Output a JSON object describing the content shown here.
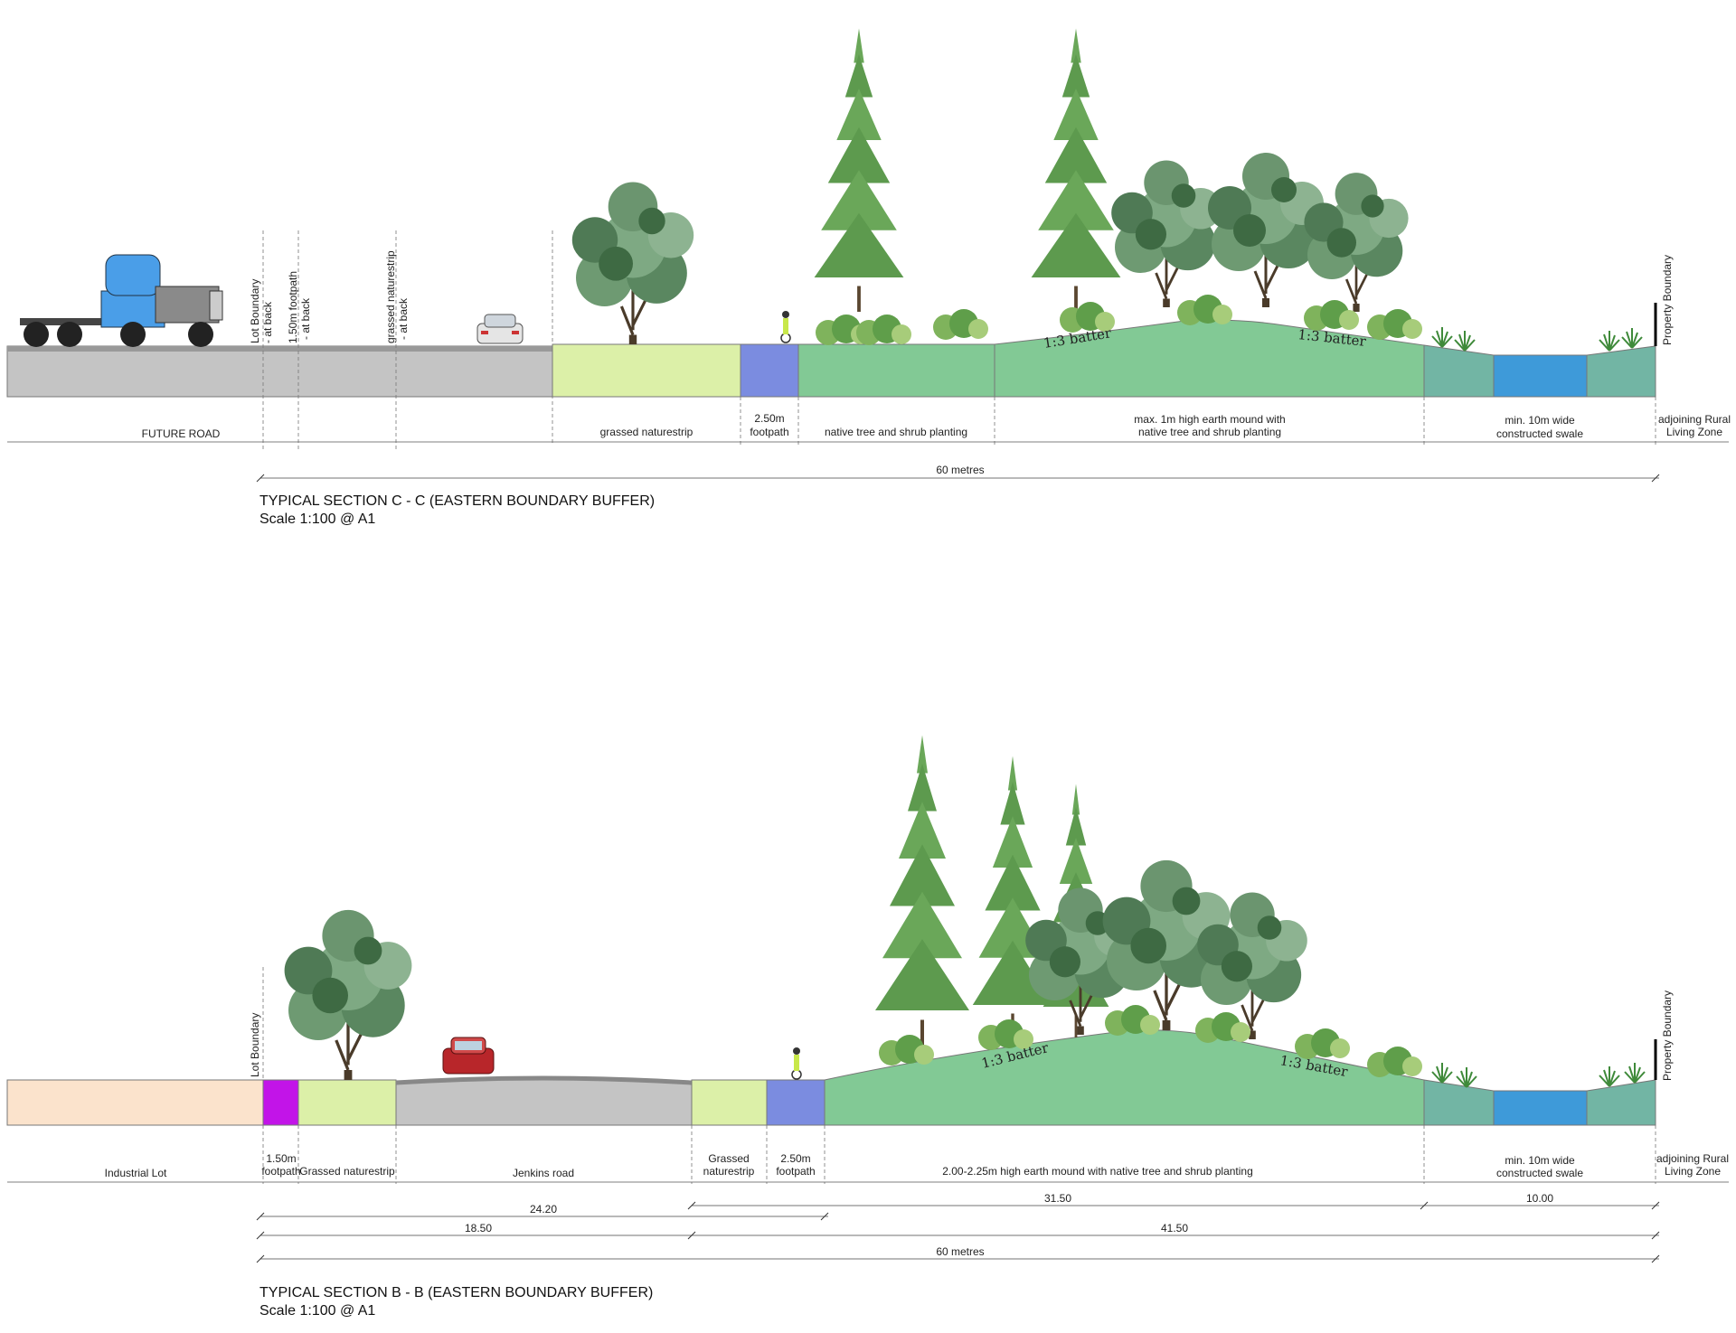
{
  "colors": {
    "road": "#c4c4c4",
    "naturestrip": "#dcf0a8",
    "footpath": "#7b8ce0",
    "footpath_small": "#c214e8",
    "mound": "#82c995",
    "swale_bank": "#72b5a4",
    "swale_water": "#3e9ad9",
    "industrial": "#fbe3cc",
    "tree_dark": "#3e6a43",
    "tree_mid": "#6e9a72",
    "tree_light": "#a7cc7a",
    "pine": "#5d9a4e",
    "truck": "#4a9ee8",
    "car_red": "#b8262a"
  },
  "section_c": {
    "title": "TYPICAL SECTION C - C (EASTERN BOUNDARY BUFFER)",
    "scale": "Scale 1:100 @ A1",
    "vertical_labels": {
      "lot_boundary": "Lot Boundary",
      "lot_boundary_sub": "- at back",
      "footpath": "1.50m footpath",
      "footpath_sub": "- at back",
      "naturestrip": "grassed naturestrip",
      "naturestrip_sub": "- at back",
      "property_boundary": "Property Boundary"
    },
    "batter_left": "1:3 batter",
    "batter_right": "1:3 batter",
    "zones": {
      "future_road": "FUTURE ROAD",
      "grassed_naturestrip": "grassed naturestrip",
      "footpath_1": "2.50m",
      "footpath_2": "footpath",
      "native_planting": "native tree and shrub planting",
      "mound_1": "max. 1m high earth mound with",
      "mound_2": "native tree and shrub planting",
      "swale_1": "min. 10m wide",
      "swale_2": "constructed swale",
      "adjoining_1": "adjoining  Rural",
      "adjoining_2": "Living Zone"
    },
    "dimension_total": "60 metres"
  },
  "section_b": {
    "title": "TYPICAL SECTION B - B (EASTERN BOUNDARY BUFFER)",
    "scale": "Scale 1:100 @ A1",
    "vertical_labels": {
      "lot_boundary": "Lot Boundary",
      "property_boundary": "Property Boundary"
    },
    "batter_left": "1:3 batter",
    "batter_right": "1:3 batter",
    "zones": {
      "industrial_lot": "Industrial Lot",
      "footpath_small_1": "1.50m",
      "footpath_small_2": "footpath",
      "grassed_naturestrip": "Grassed naturestrip",
      "jenkins_road": "Jenkins road",
      "naturestrip_1": "Grassed",
      "naturestrip_2": "naturestrip",
      "footpath_1": "2.50m",
      "footpath_2": "footpath",
      "mound": "2.00-2.25m high earth mound with native tree and shrub planting",
      "swale_1": "min. 10m wide",
      "swale_2": "constructed swale",
      "adjoining_1": "adjoining  Rural",
      "adjoining_2": "Living Zone"
    },
    "dimensions": {
      "d_24_20": "24.20",
      "d_31_50": "31.50",
      "d_10_00": "10.00",
      "d_18_50": "18.50",
      "d_41_50": "41.50",
      "d_total": "60 metres"
    }
  }
}
